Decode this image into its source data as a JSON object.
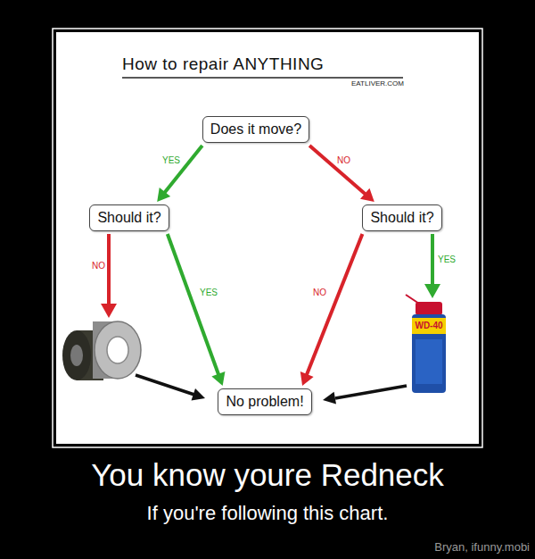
{
  "diagram": {
    "title": "How to repair ANYTHING",
    "caption": "You know youre Redneck",
    "nodes": [
      {
        "text": [
          "Does it move?"
        ]
      },
      {
        "text": [
          "Should it?"
        ]
      },
      {
        "text": [
          "Should it?"
        ]
      },
      {
        "text": [
          "No problem!"
        ]
      }
    ],
    "edges": [
      {
        "from": 0,
        "to": 1,
        "arrow": "to",
        "label": "YES"
      },
      {
        "from": 0,
        "to": 2,
        "arrow": "to",
        "label": "NO"
      },
      {
        "from": 1,
        "to": 3,
        "arrow": "to",
        "label": "YES"
      },
      {
        "from": 2,
        "to": 3,
        "arrow": "to",
        "label": "NO"
      }
    ],
    "labels": [
      "NO",
      "YES",
      "WD-40",
      "EATLIVER.COM",
      "If you're following this chart.",
      "Bryan, ifunny.mobi"
    ]
  }
}
